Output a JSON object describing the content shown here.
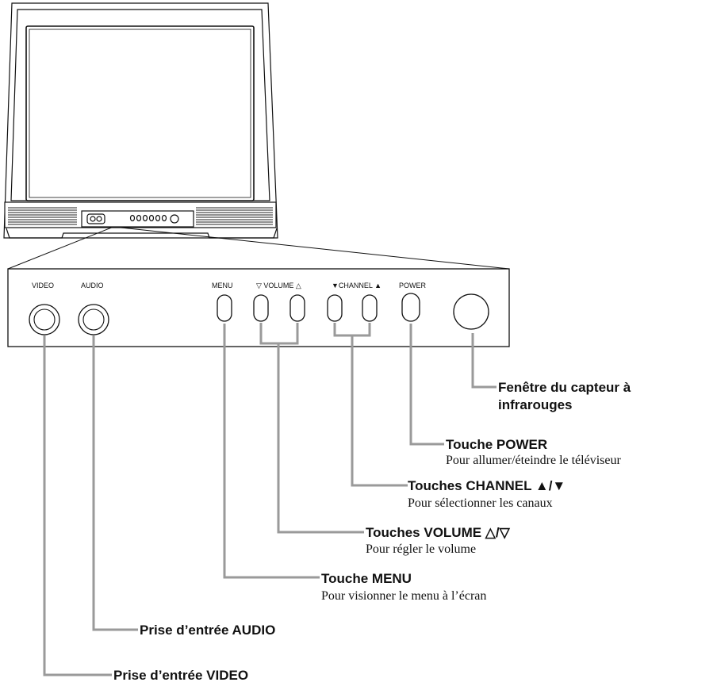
{
  "panel_labels": {
    "video": "VIDEO",
    "audio": "AUDIO",
    "menu": "MENU",
    "volume": "▽ VOLUME △",
    "channel": "▼CHANNEL ▲",
    "power": "POWER"
  },
  "callouts": {
    "ir_sensor": {
      "title_line1": "Fenêtre du capteur à",
      "title_line2": "infrarouges"
    },
    "power": {
      "title": "Touche POWER",
      "desc": "Pour allumer/éteindre le téléviseur"
    },
    "channel": {
      "title": "Touches CHANNEL ▲/▼",
      "desc": "Pour sélectionner les canaux"
    },
    "volume": {
      "title": "Touches VOLUME △/▽",
      "desc": "Pour régler le volume"
    },
    "menu": {
      "title": "Touche MENU",
      "desc": "Pour visionner le menu à l’écran"
    },
    "audio_jack": {
      "title": "Prise d’entrée AUDIO"
    },
    "video_jack": {
      "title": "Prise d’entrée VIDEO"
    }
  },
  "colors": {
    "line": "#111111",
    "leader": "#9a9a9a",
    "speaker_grille": "#222222"
  }
}
